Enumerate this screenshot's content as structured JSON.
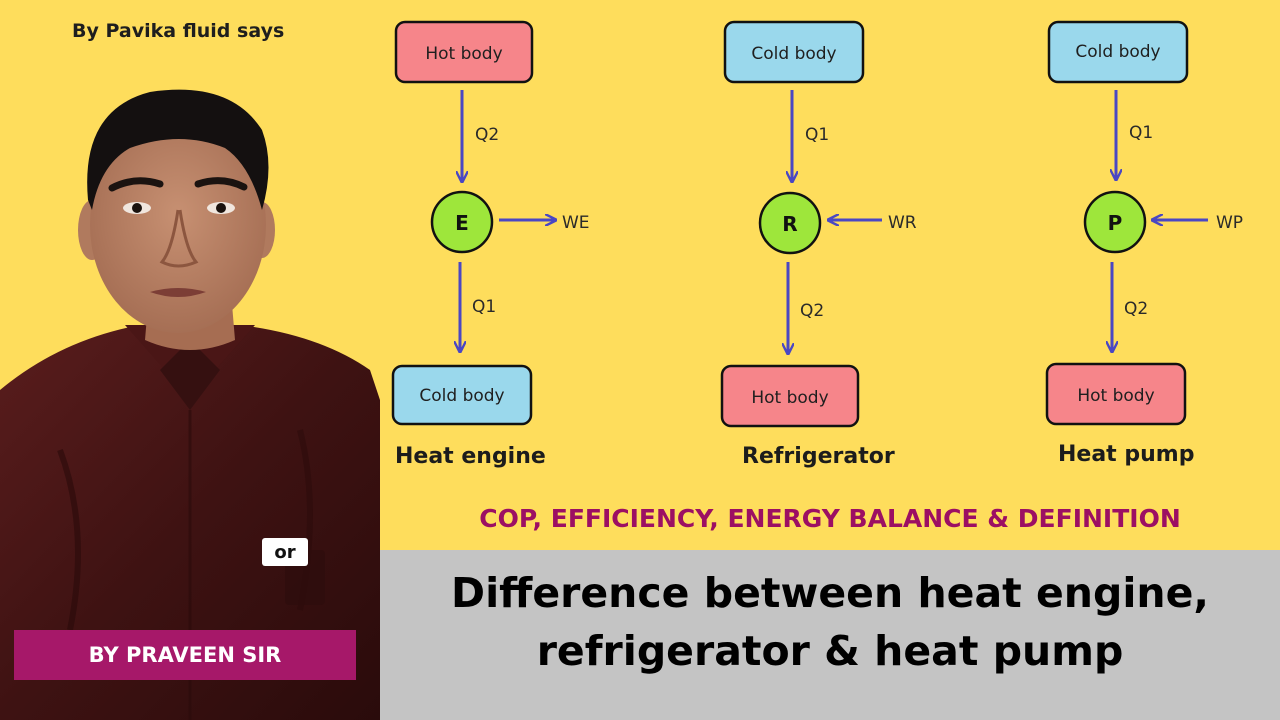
{
  "channel_credit": "By Pavika fluid says",
  "diagrams": [
    {
      "top_box": "Hot body",
      "top_flow": "Q2",
      "node": "E",
      "work_label": "WE",
      "bottom_flow": "Q1",
      "bottom_box": "Cold body",
      "caption": "Heat engine"
    },
    {
      "top_box": "Cold body",
      "top_flow": "Q1",
      "node": "R",
      "work_label": "WR",
      "bottom_flow": "Q2",
      "bottom_box": "Hot body",
      "caption": "Refrigerator"
    },
    {
      "top_box": "Cold body",
      "top_flow": "Q1",
      "node": "P",
      "work_label": "WP",
      "bottom_flow": "Q2",
      "bottom_box": "Hot body",
      "caption": "Heat pump"
    }
  ],
  "subtitle": "COP, EFFICIENCY, ENERGY BALANCE & DEFINITION",
  "title_line1": "Difference between heat engine,",
  "title_line2": "refrigerator & heat pump",
  "author_badge": "BY PRAVEEN SIR",
  "or_badge": "or",
  "colors": {
    "background": "#fedd5c",
    "hot_box": "#f6858a",
    "cold_box": "#9ad8ec",
    "node_fill": "#9ee63b",
    "arrow": "#4a47c3",
    "subtitle": "#9c0f63",
    "author_badge": "#a61869",
    "title_band": "#c4c4c4"
  }
}
